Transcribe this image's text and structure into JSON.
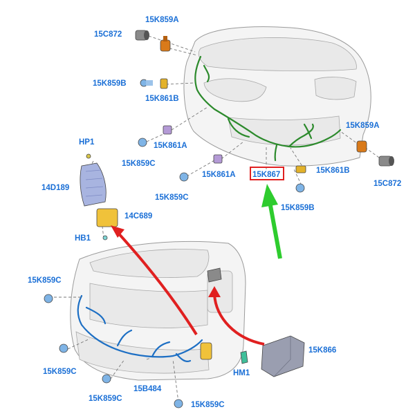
{
  "labels": {
    "c872_top": "15C872",
    "k859a_top": "15K859A",
    "k859b_top": "15K859B",
    "k861b_top": "15K861B",
    "hp1": "HP1",
    "k861a_left": "15K861A",
    "k859c_mid1": "15K859C",
    "k861a_mid": "15K861A",
    "k859c_mid2": "15K859C",
    "k867": "15K867",
    "k861b_right": "15K861B",
    "k859a_right": "15K859A",
    "c872_right": "15C872",
    "k859b_right": "15K859B",
    "d189": "14D189",
    "c689": "14C689",
    "hb1": "HB1",
    "k859c_rear_top": "15K859C",
    "k859c_rear_l": "15K859C",
    "k859c_rear_b": "15K859C",
    "b484": "15B484",
    "k859c_rear_r": "15K859C",
    "k866": "15K866",
    "hm1": "HM1"
  },
  "colors": {
    "label": "#1a6fd6",
    "front_harness": "#2c8a2c",
    "rear_harness": "#1d6fc4",
    "highlight_box": "#e02020",
    "arrow_red": "#e02020",
    "arrow_green": "#2ecc2e"
  },
  "icons": {
    "front_car": "vehicle-front-outline",
    "rear_car": "vehicle-rear-outline",
    "parking_sensor": "ultrasonic-sensor",
    "module": "control-module"
  }
}
